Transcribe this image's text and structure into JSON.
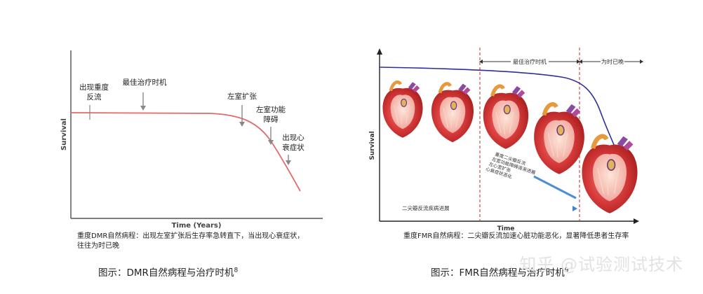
{
  "left_panel": {
    "y_axis_label": "Survival",
    "x_axis_label": "Time (Years)",
    "events": {
      "regurgitation": [
        "出现重度",
        "反流"
      ],
      "optimal_timing": "最佳治疗时机",
      "lv_dilation": "左室扩张",
      "lv_dysfunction": [
        "左室功能",
        "障碍"
      ],
      "heart_failure": [
        "出现心",
        "衰症状"
      ]
    },
    "description": [
      "重度DMR自然病程：出现左室扩张后生存率急转直下，当出现心衰症状，",
      "往往为时已晚"
    ],
    "curve_color": "#e26a6a"
  },
  "right_panel": {
    "y_axis_label": "Survival",
    "x_axis_label": "Time",
    "phase_optimal": "最佳治疗时机",
    "phase_too_late": "为时已晚",
    "annotation": [
      "重度二尖瓣反流",
      "左室功能障碍逐渐进展",
      "左心室扩张",
      "心衰症状恶化"
    ],
    "progress_label": "二尖瓣反流疾病进展",
    "description": "重度FMR自然病程：二尖瓣反流加速心脏功能恶化，显著降低患者生存率",
    "survival_line_color": "#2e2e9a",
    "dashed_divider_color": "#d83a3a"
  },
  "captions": {
    "left": "图示：DMR自然病程与治疗时机",
    "left_ref": "8",
    "right": "图示：FMR自然病程与治疗时机",
    "right_ref": "9"
  },
  "watermark": "知乎 @试验测试技术"
}
